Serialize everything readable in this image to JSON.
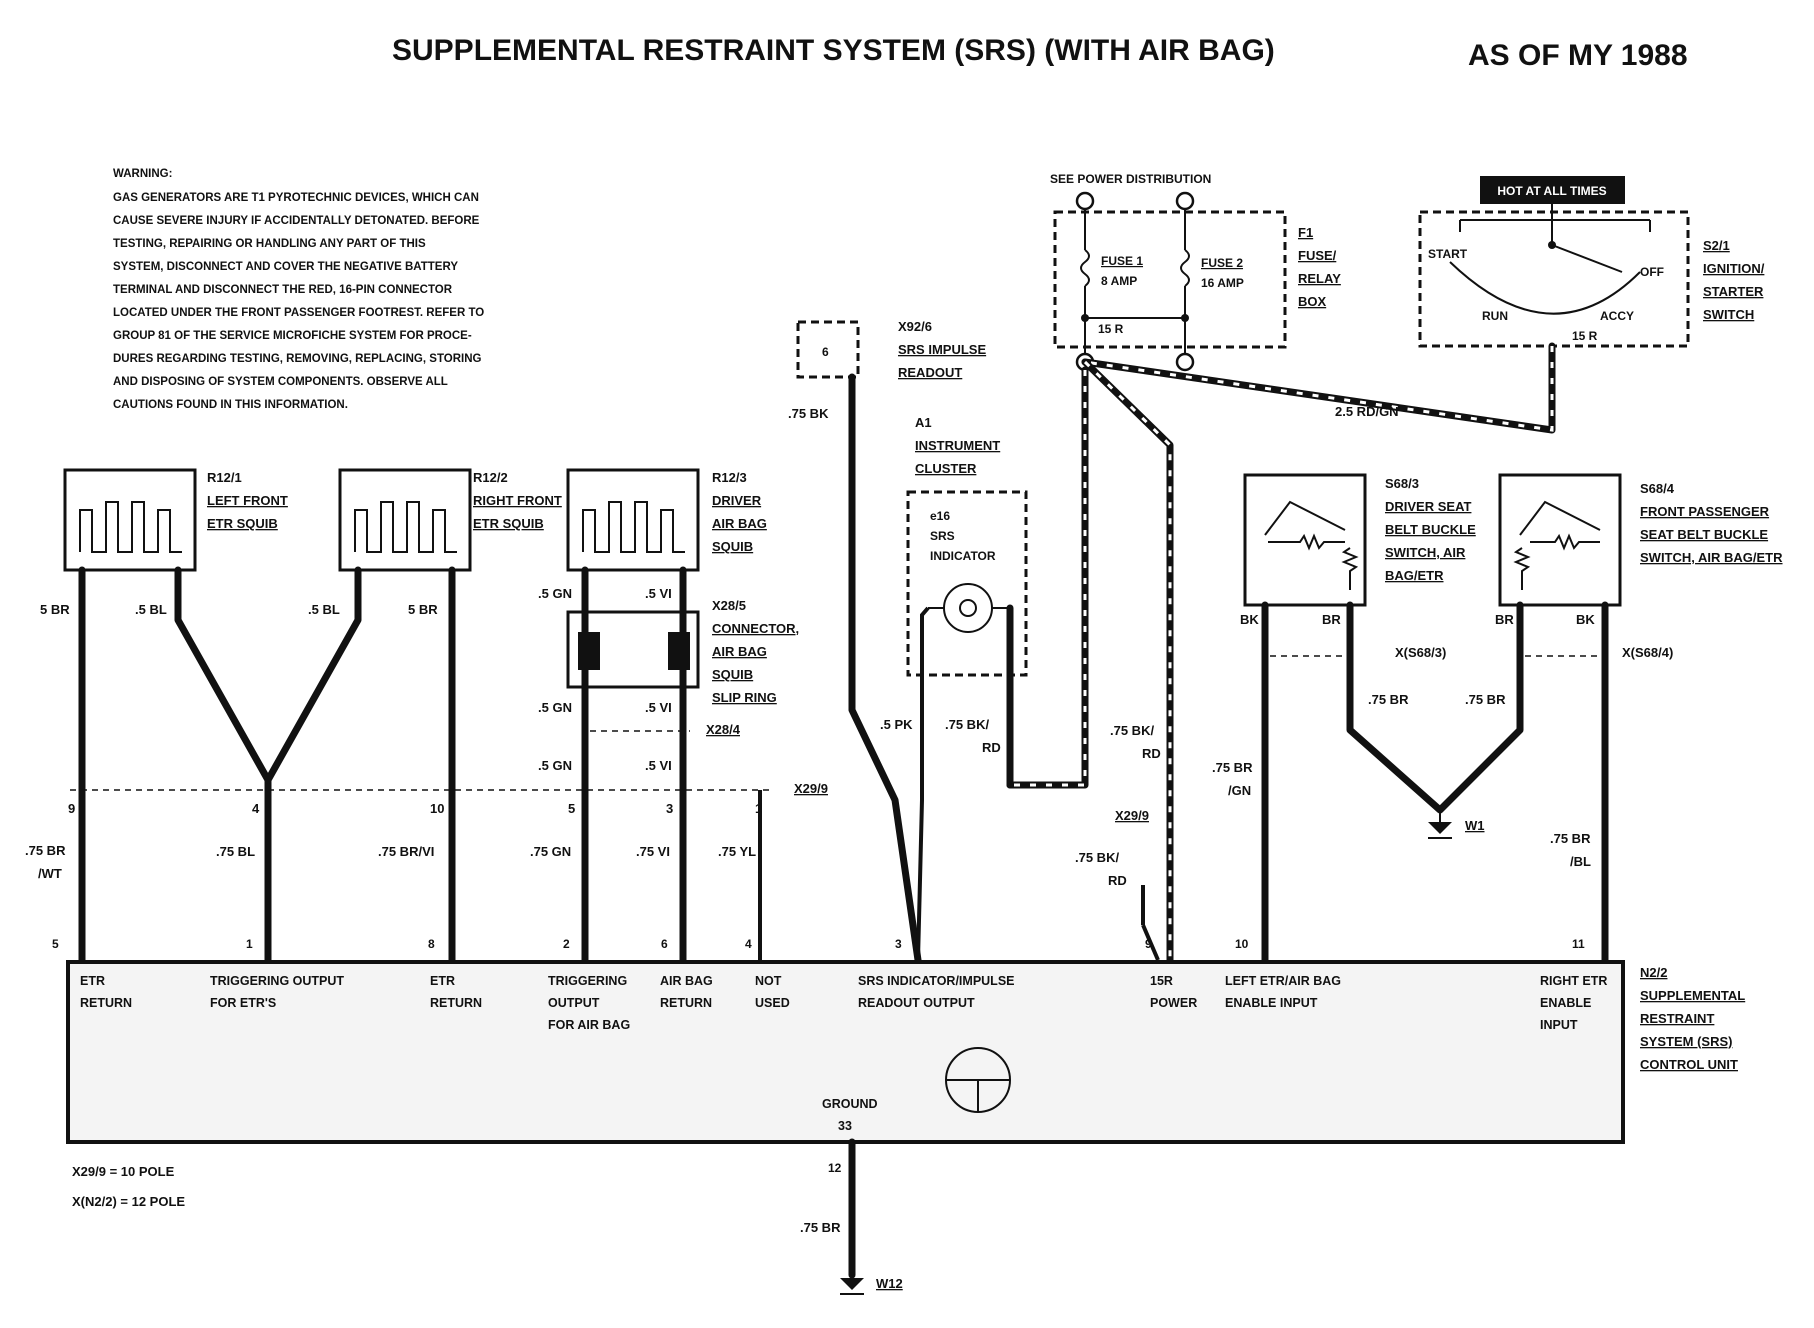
{
  "title": "SUPPLEMENTAL RESTRAINT SYSTEM (SRS) (WITH AIR BAG)",
  "model_year": "AS OF MY 1988",
  "warning": {
    "heading": "WARNING:",
    "lines": [
      "GAS GENERATORS ARE T1 PYROTECHNIC DEVICES, WHICH CAN",
      "CAUSE SEVERE INJURY IF ACCIDENTALLY DETONATED. BEFORE",
      "TESTING, REPAIRING OR HANDLING ANY PART OF THIS",
      "SYSTEM, DISCONNECT AND COVER THE NEGATIVE BATTERY",
      "TERMINAL AND DISCONNECT THE RED, 16-PIN CONNECTOR",
      "LOCATED UNDER THE FRONT PASSENGER FOOTREST. REFER TO",
      "GROUP 81 OF THE SERVICE MICROFICHE SYSTEM FOR PROCE-",
      "DURES REGARDING TESTING, REMOVING, REPLACING, STORING",
      "AND DISPOSING OF SYSTEM COMPONENTS. OBSERVE ALL",
      "CAUTIONS FOUND IN THIS INFORMATION."
    ]
  },
  "power": {
    "see_power_distribution": "SEE POWER DISTRIBUTION",
    "hot_at_all_times": "HOT AT ALL TIMES",
    "fuse1": [
      "FUSE 1",
      "8 AMP"
    ],
    "fuse2": [
      "FUSE 2",
      "16 AMP"
    ],
    "fuse_15r": "15 R",
    "switch_15r": "15 R",
    "f1_lines": [
      "F1",
      "FUSE/",
      "RELAY",
      "BOX"
    ],
    "s21_lines": [
      "S2/1",
      "IGNITION/",
      "STARTER",
      "SWITCH"
    ],
    "sw_start": "START",
    "sw_off": "OFF",
    "sw_run": "RUN",
    "sw_accy": "ACCY",
    "wire_25": "2.5 RD/GN"
  },
  "components": {
    "r121": [
      "R12/1",
      "LEFT FRONT",
      "ETR SQUIB"
    ],
    "r122": [
      "R12/2",
      "RIGHT FRONT",
      "ETR SQUIB"
    ],
    "r123": [
      "R12/3",
      "DRIVER",
      "AIR BAG",
      "SQUIB"
    ],
    "x285": [
      "X28/5",
      "CONNECTOR,",
      "AIR BAG",
      "SQUIB",
      "SLIP RING"
    ],
    "x284": "X28/4",
    "x926": [
      "X92/6",
      "SRS IMPULSE",
      "READOUT"
    ],
    "x926_pin": "6",
    "a1": [
      "A1",
      "INSTRUMENT",
      "CLUSTER"
    ],
    "a1_indicator": [
      "e16",
      "SRS",
      "INDICATOR"
    ],
    "s683": [
      "S68/3",
      "DRIVER SEAT",
      "BELT BUCKLE",
      "SWITCH, AIR",
      "BAG/ETR"
    ],
    "s684": [
      "S68/4",
      "FRONT PASSENGER",
      "SEAT BELT BUCKLE",
      "SWITCH, AIR BAG/ETR"
    ],
    "x_s683": "X(S68/3)",
    "x_s684": "X(S68/4)",
    "w1": "W1",
    "w12": "W12",
    "x299_top": "X29/9",
    "x299_mid": "X29/9",
    "n22": [
      "N2/2",
      "SUPPLEMENTAL",
      "RESTRAINT",
      "SYSTEM (SRS)",
      "CONTROL UNIT"
    ]
  },
  "wires": {
    "w_5br_l": "5 BR",
    "w_5bl_l": ".5 BL",
    "w_5bl_r": ".5 BL",
    "w_5br_r": "5 BR",
    "w_5gn_a": ".5 GN",
    "w_5vi_a": ".5 VI",
    "w_5gn_b": ".5 GN",
    "w_5vi_b": ".5 VI",
    "w_5gn_c": ".5 GN",
    "w_5vi_c": ".5 VI",
    "w_75bk": ".75 BK",
    "w_5pk": ".5 PK",
    "w_75bkrd_a": [
      ".75 BK/",
      "RD"
    ],
    "w_75bkrd_b": [
      ".75 BK/",
      "RD"
    ],
    "w_75bkrd_c": [
      ".75 BK/",
      "RD"
    ],
    "w_bk_l": "BK",
    "w_br_l": "BR",
    "w_br_r": "BR",
    "w_bk_r": "BK",
    "w_75br_l": ".75 BR",
    "w_75br_r": ".75 BR",
    "w_75brgn": [
      ".75 BR",
      "/GN"
    ],
    "w_75brbl": [
      ".75 BR",
      "/BL"
    ],
    "w_75brwt": [
      ".75 BR",
      "/WT"
    ],
    "w_75bl": ".75 BL",
    "w_75brvi": ".75 BR/VI",
    "w_75gn": ".75 GN",
    "w_75vi": ".75 VI",
    "w_75yl": ".75 YL",
    "w_75br_g": ".75 BR"
  },
  "pins_x299": [
    "9",
    "4",
    "10",
    "5",
    "3",
    "1"
  ],
  "pins_n22": [
    "5",
    "1",
    "8",
    "2",
    "6",
    "4",
    "3",
    "9",
    "10",
    "11"
  ],
  "pin_ground": "33",
  "pin_12": "12",
  "control_unit_labels": {
    "etr_return_1": [
      "ETR",
      "RETURN"
    ],
    "trig_etr": [
      "TRIGGERING OUTPUT",
      "FOR ETR'S"
    ],
    "etr_return_2": [
      "ETR",
      "RETURN"
    ],
    "trig_airbag": [
      "TRIGGERING",
      "OUTPUT",
      "FOR AIR BAG"
    ],
    "airbag_return": [
      "AIR BAG",
      "RETURN"
    ],
    "not_used": [
      "NOT",
      "USED"
    ],
    "srs_indicator": [
      "SRS INDICATOR/IMPULSE",
      "READOUT OUTPUT"
    ],
    "power_15r": [
      "15R",
      "POWER"
    ],
    "left_enable": [
      "LEFT ETR/AIR BAG",
      "ENABLE INPUT"
    ],
    "right_enable": [
      "RIGHT ETR",
      "ENABLE",
      "INPUT"
    ],
    "ground": "GROUND"
  },
  "notes": [
    "X29/9  =  10 POLE",
    "X(N2/2)  =  12 POLE"
  ]
}
